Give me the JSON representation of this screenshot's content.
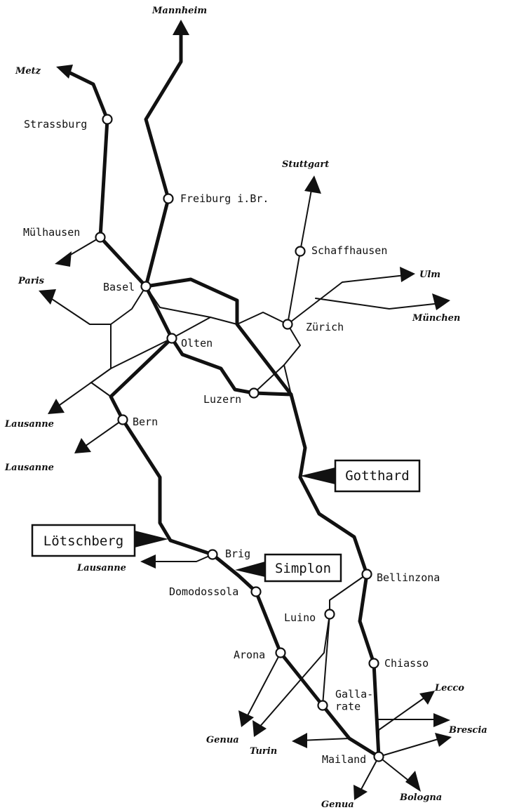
{
  "stations": {
    "strassburg": "Strassburg",
    "freiburg": "Freiburg i.Br.",
    "muelhausen": "Mülhausen",
    "schaffhausen": "Schaffhausen",
    "basel": "Basel",
    "zuerich": "Zürich",
    "olten": "Olten",
    "luzern": "Luzern",
    "bern": "Bern",
    "brig": "Brig",
    "domodossola": "Domodossola",
    "bellinzona": "Bellinzona",
    "luino": "Luino",
    "arona": "Arona",
    "chiasso": "Chiasso",
    "gallarate": "Galla-\nrate",
    "mailand": "Mailand"
  },
  "destinations": {
    "mannheim": "Mannheim",
    "metz": "Metz",
    "stuttgart": "Stuttgart",
    "paris": "Paris",
    "ulm": "Ulm",
    "muenchen": "München",
    "lausanne_1": "Lausanne",
    "lausanne_2": "Lausanne",
    "lausanne_3": "Lausanne",
    "lecco": "Lecco",
    "brescia": "Brescia",
    "genua_1": "Genua",
    "turin": "Turin",
    "genua_2": "Genua",
    "bologna": "Bologna"
  },
  "passes": {
    "gotthard": "Gotthard",
    "loetschberg": "Lötschberg",
    "simplon": "Simplon"
  }
}
